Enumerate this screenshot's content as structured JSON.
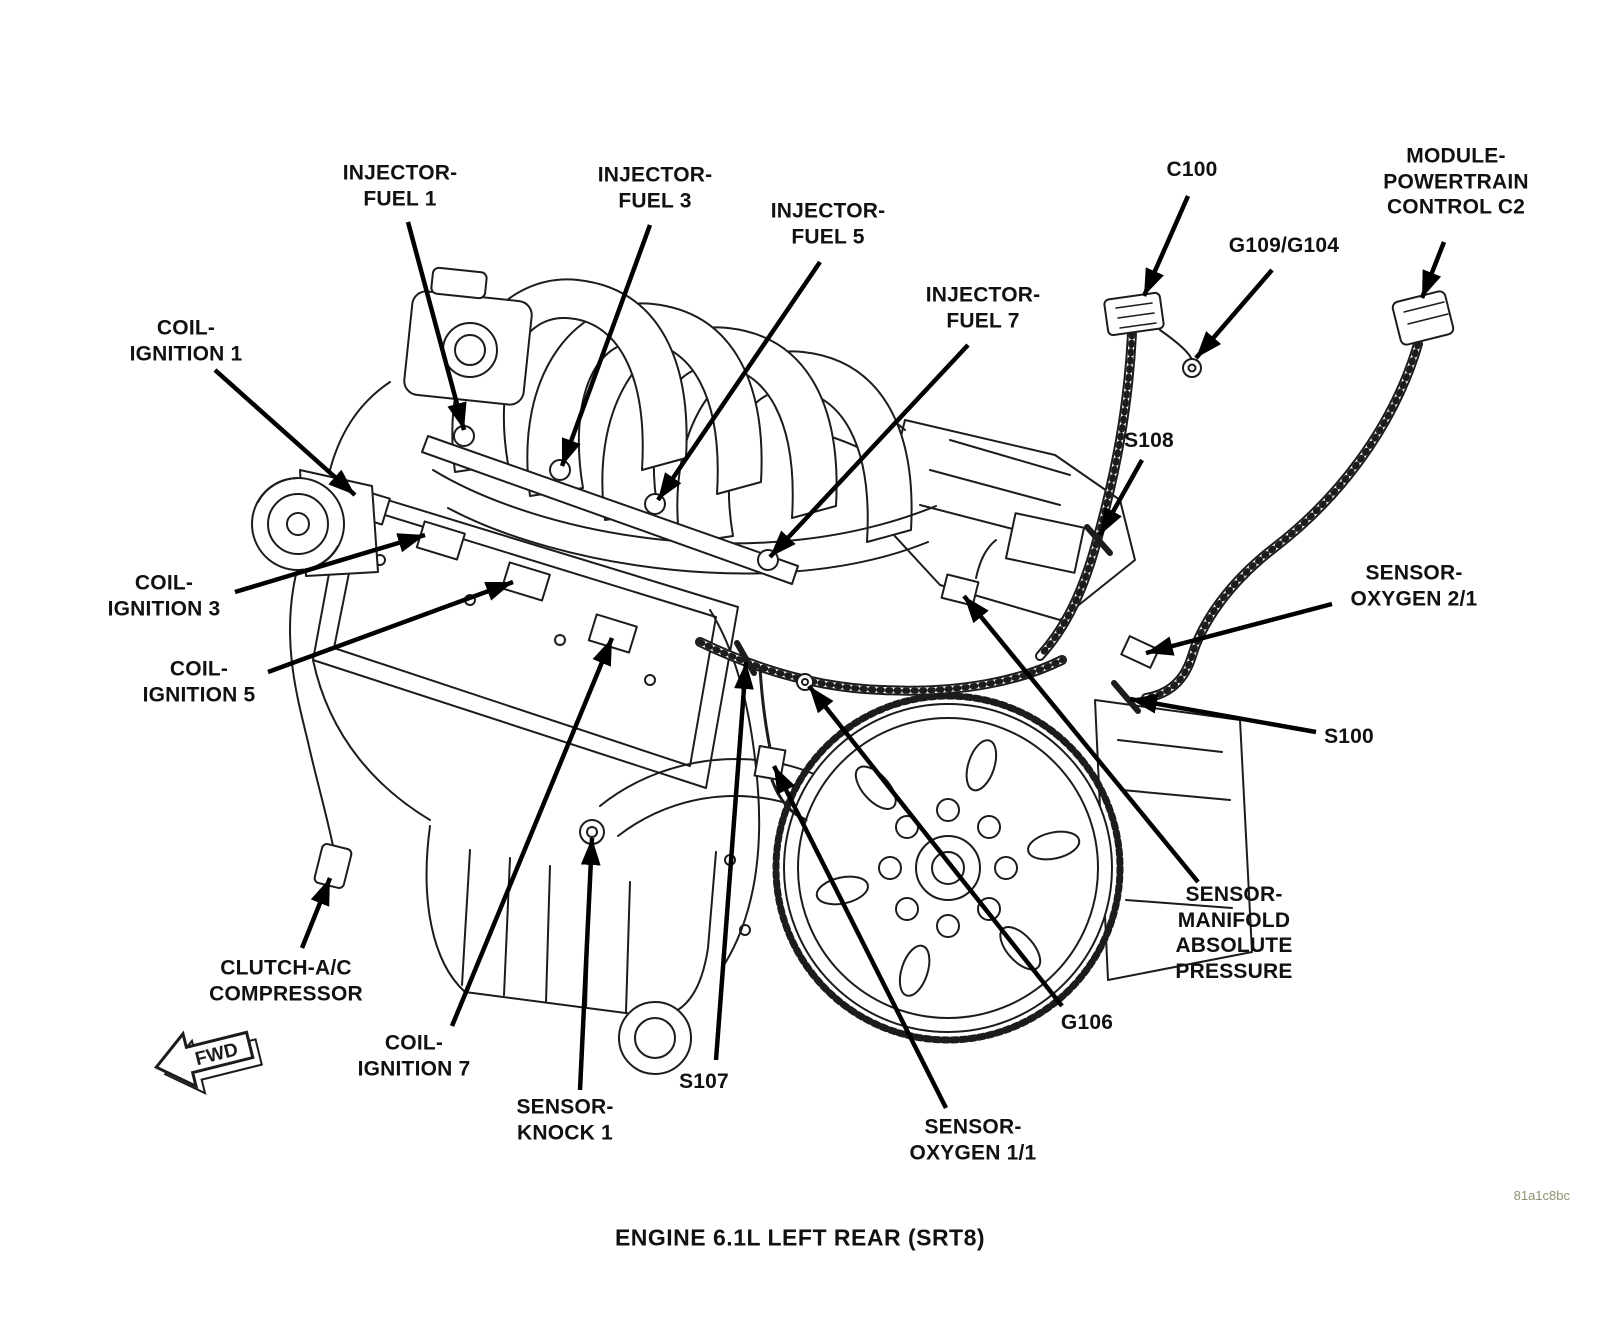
{
  "diagram": {
    "caption": "ENGINE 6.1L LEFT REAR  (SRT8)",
    "code": "81a1c8bc",
    "fwd_label": "FWD",
    "line_color": "#1c1c1c",
    "background": "#ffffff"
  },
  "labels": {
    "injector_fuel_1": "INJECTOR-\nFUEL 1",
    "injector_fuel_3": "INJECTOR-\nFUEL 3",
    "injector_fuel_5": "INJECTOR-\nFUEL 5",
    "injector_fuel_7": "INJECTOR-\nFUEL 7",
    "coil_ignition_1": "COIL-\nIGNITION 1",
    "coil_ignition_3": "COIL-\nIGNITION 3",
    "coil_ignition_5": "COIL-\nIGNITION 5",
    "coil_ignition_7": "COIL-\nIGNITION 7",
    "c100": "C100",
    "g109_g104": "G109/G104",
    "module_powertrain_control_c2": "MODULE-\nPOWERTRAIN\nCONTROL C2",
    "s108": "S108",
    "sensor_oxygen_2_1": "SENSOR-\nOXYGEN 2/1",
    "s100": "S100",
    "sensor_manifold_absolute_pressure": "SENSOR-\nMANIFOLD\nABSOLUTE\nPRESSURE",
    "g106": "G106",
    "s107": "S107",
    "sensor_oxygen_1_1": "SENSOR-\nOXYGEN 1/1",
    "sensor_knock_1": "SENSOR-\nKNOCK 1",
    "clutch_ac_compressor": "CLUTCH-A/C\nCOMPRESSOR"
  }
}
